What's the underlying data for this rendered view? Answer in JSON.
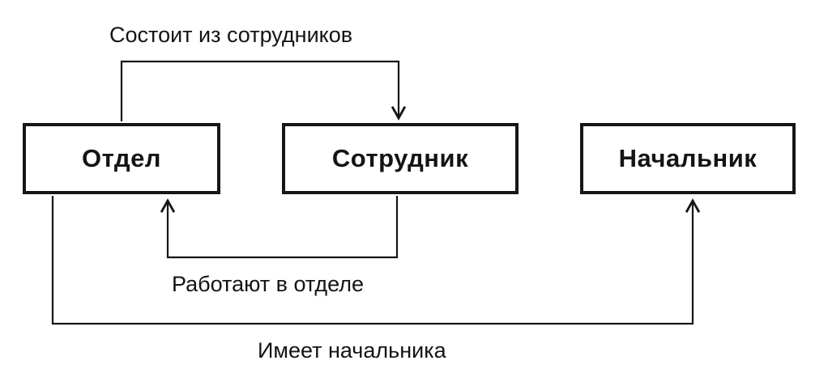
{
  "diagram": {
    "type": "entity-relationship",
    "background_color": "#ffffff",
    "line_color": "#161616",
    "entities": [
      {
        "id": "otdel",
        "label": "Отдел"
      },
      {
        "id": "sotrudnik",
        "label": "Сотрудник"
      },
      {
        "id": "nachalnik",
        "label": "Начальник"
      }
    ],
    "relations": [
      {
        "id": "consists",
        "label": "Состоит из сотрудников",
        "from": "Отдел",
        "to": "Сотрудник",
        "arrow": "into top of Сотрудник"
      },
      {
        "id": "work",
        "label": "Работают в отделе",
        "from": "Сотрудник",
        "to": "Отдел",
        "arrow": "into bottom of Отдел"
      },
      {
        "id": "hasboss",
        "label": "Имеет начальника",
        "from": "Отдел",
        "to": "Начальник",
        "arrow": "into bottom of Начальник"
      }
    ]
  }
}
